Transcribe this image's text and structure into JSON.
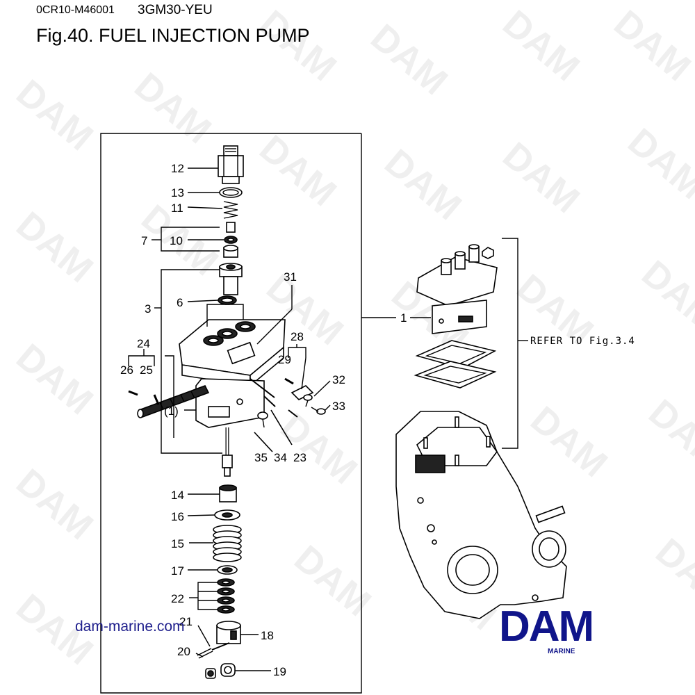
{
  "header": {
    "code": "0CR10-M46001",
    "model": "3GM30-YEU",
    "title": "Fig.40.  FUEL INJECTION PUMP"
  },
  "callouts": {
    "p1": "1",
    "p3": "3",
    "p6": "6",
    "p7": "7",
    "p10": "10",
    "p11": "11",
    "p12": "12",
    "p13": "13",
    "p14": "14",
    "p15": "15",
    "p16": "16",
    "p17": "17",
    "p18": "18",
    "p19": "19",
    "p20": "20",
    "p21": "21",
    "p22": "22",
    "p23": "23",
    "p24": "24",
    "p25": "25",
    "p26": "26",
    "p28": "28",
    "p29": "29",
    "p31": "31",
    "p32": "32",
    "p33": "33",
    "p34": "34",
    "p35": "35",
    "p1sub": "(1)"
  },
  "reference_note": "REFER TO Fig.3.4",
  "watermark_text": "DAM",
  "website": "dam-marine.com",
  "logo": {
    "text": "DAM",
    "subtext": "MARINE",
    "color": "#10158a"
  }
}
